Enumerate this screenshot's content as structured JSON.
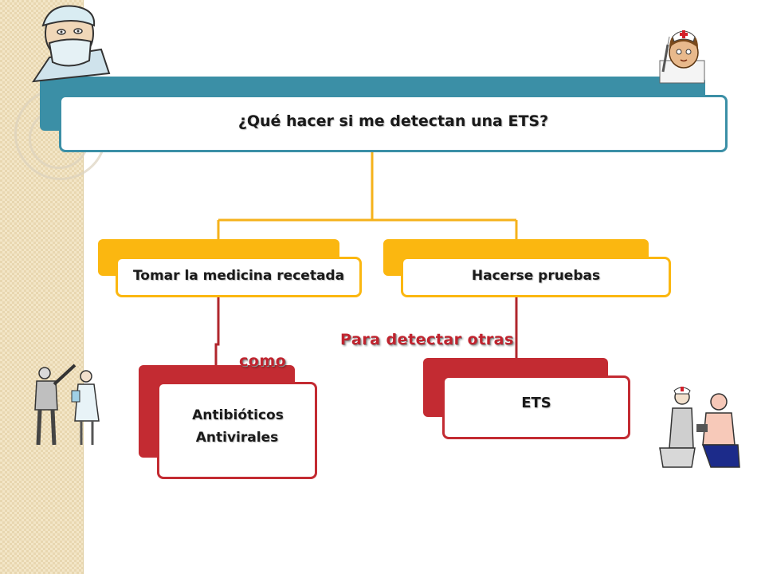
{
  "diagram": {
    "root": {
      "label": "¿Qué hacer si me detectan una ETS?"
    },
    "branches": [
      {
        "label": "Tomar la medicina recetada",
        "edge_label": "como",
        "children": [
          "Antibióticos",
          "Antivirales"
        ]
      },
      {
        "label": "Hacerse pruebas",
        "edge_label": "Para detectar otras",
        "children": [
          "ETS"
        ]
      }
    ]
  },
  "colors": {
    "root_accent": "#3b8fa6",
    "branch_accent": "#fbb710",
    "leaf_accent": "#c32b32",
    "connector_branch": "#f5b21b",
    "connector_leaf": "#b0262c",
    "edge_label_text": "#c0232e"
  },
  "decorations": [
    "doctor-mask-icon",
    "nurse-syringe-icon",
    "doctor-nurse-pair-icon",
    "nurse-patient-icon"
  ]
}
